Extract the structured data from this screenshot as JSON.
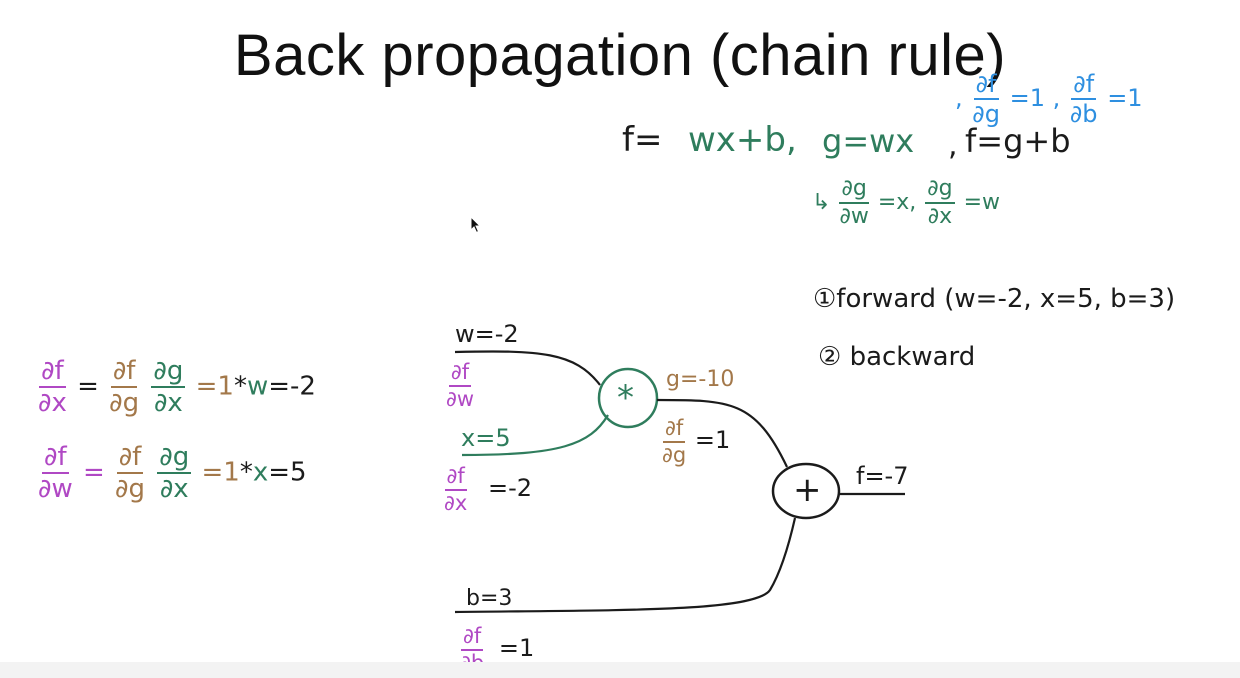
{
  "title": "Back propagation (chain rule)",
  "equations": {
    "definition_f": "f=",
    "definition_expr": "wx+b,",
    "definition_g": "g=wx",
    "definition_sep": ",",
    "definition_f2": "f=g+b",
    "partials_blue": {
      "prefix": ",",
      "df_dg_num": "∂f",
      "df_dg_den": "∂g",
      "df_dg_val": "=1",
      "sep": ",",
      "df_db_num": "∂f",
      "df_db_den": "∂b",
      "df_db_val": "=1"
    },
    "partials_green": {
      "arrow": "↳",
      "dg_dw_num": "∂g",
      "dg_dw_den": "∂w",
      "dg_dw_val": "=x,",
      "dg_dx_num": "∂g",
      "dg_dx_den": "∂x",
      "dg_dx_val": "=w"
    }
  },
  "steps": {
    "forward": "①forward (w=-2, x=5, b=3)",
    "backward": "② backward"
  },
  "left_equations": {
    "eq1": {
      "lhs_num": "∂f",
      "lhs_den": "∂x",
      "eq": "=",
      "a_num": "∂f",
      "a_den": "∂g",
      "b_num": "∂g",
      "b_den": "∂x",
      "rhs_prefix": "=1",
      "rhs_mult": "*",
      "rhs_var": "w",
      "rhs_result": "=-2"
    },
    "eq2": {
      "lhs_num": "∂f",
      "lhs_den": "∂w",
      "eq": "=",
      "a_num": "∂f",
      "a_den": "∂g",
      "b_num": "∂g",
      "b_den": "∂x",
      "rhs_prefix": "=1",
      "rhs_mult": "*",
      "rhs_var": "x",
      "rhs_result": "=5"
    }
  },
  "graph": {
    "w_label": "w=-2",
    "x_label": "x=5",
    "b_label": "b=3",
    "mult_node": "*",
    "plus_node": "+",
    "g_out": "g=-10",
    "f_out": "f=-7",
    "dfdw_num": "∂f",
    "dfdw_den": "∂w",
    "dfdx_num": "∂f",
    "dfdx_den": "∂x",
    "dfdx_val": "=-2",
    "dfdg_num": "∂f",
    "dfdg_den": "∂g",
    "dfdg_val": "=1",
    "dfdb_num": "∂f",
    "dfdb_den": "∂b",
    "dfdb_val": "=1"
  },
  "colors": {
    "black": "#1b1b1b",
    "green": "#2f7d5d",
    "blue": "#2e8fe0",
    "purple": "#b048c4",
    "brown": "#a3784a"
  }
}
